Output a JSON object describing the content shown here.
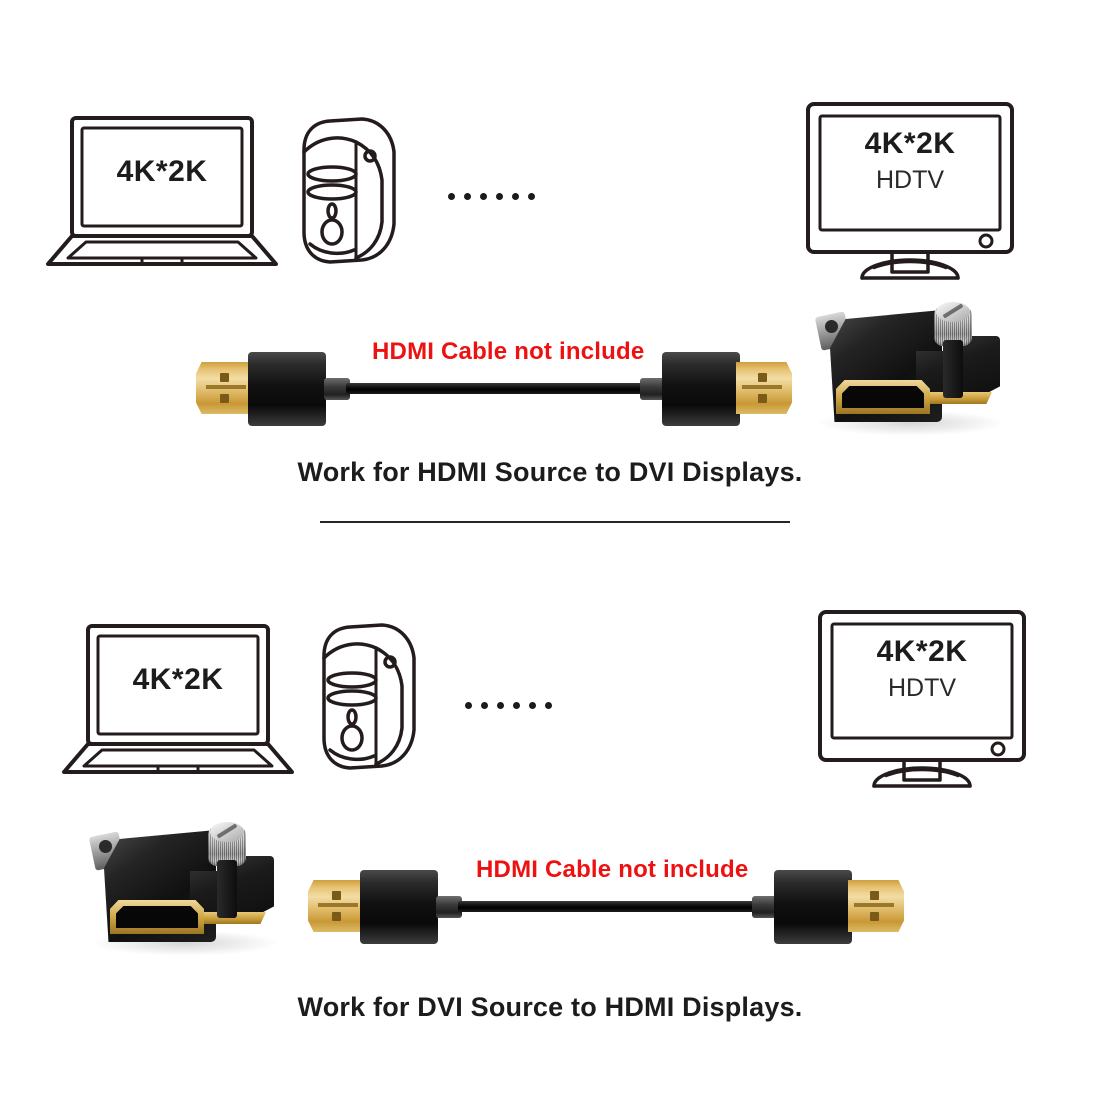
{
  "page": {
    "background": "#ffffff",
    "accent_red": "#ee1111",
    "ink": "#241c1c"
  },
  "sections": [
    {
      "id": "hdmi-to-dvi",
      "caption": "Work for HDMI Source to DVI Displays.",
      "source_devices": {
        "laptop_label": "4K*2K",
        "tower_label": "",
        "ellipsis": "......"
      },
      "display_device": {
        "line1": "4K*2K",
        "line2": "HDTV"
      },
      "cable": {
        "note": "HDMI Cable not include",
        "left_connector": "hdmi-male-plug",
        "right_connector": "hdmi-male-plug"
      },
      "adapter": {
        "name": "dvi-to-hdmi-adapter",
        "position": "right"
      }
    },
    {
      "id": "dvi-to-hdmi",
      "caption": "Work for DVI Source to HDMI Displays.",
      "source_devices": {
        "laptop_label": "4K*2K",
        "tower_label": "",
        "ellipsis": "......"
      },
      "display_device": {
        "line1": "4K*2K",
        "line2": "HDTV"
      },
      "cable": {
        "note": "HDMI Cable not include",
        "left_connector": "hdmi-male-plug",
        "right_connector": "hdmi-male-plug"
      },
      "adapter": {
        "name": "dvi-to-hdmi-adapter",
        "position": "left"
      }
    }
  ],
  "icons": {
    "laptop": "laptop-icon",
    "tower": "desktop-tower-icon",
    "monitor": "hdtv-monitor-icon",
    "ellipsis": "ellipsis-dots-icon",
    "divider": "section-divider"
  }
}
